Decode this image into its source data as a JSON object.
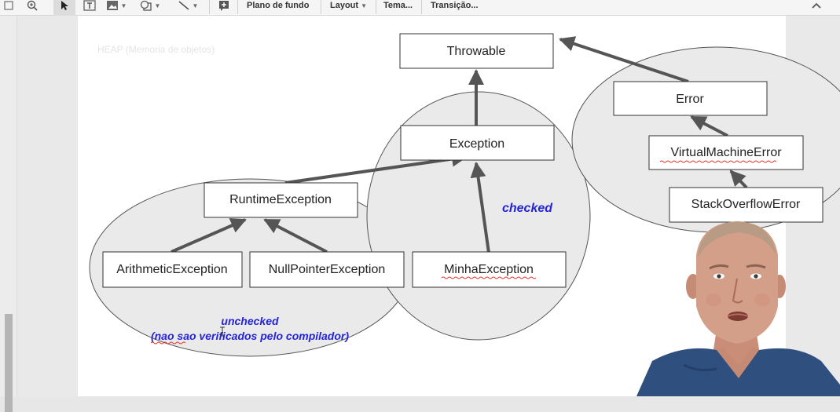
{
  "toolbar": {
    "icons": [
      "fit-icon",
      "zoom-icon",
      "cursor-icon",
      "textbox-icon",
      "image-icon",
      "shape-icon",
      "line-icon",
      "new-comment-icon",
      "collapse-icon"
    ],
    "buttons": {
      "background": "Plano de fundo",
      "layout": "Layout",
      "theme": "Tema...",
      "transition": "Transição..."
    }
  },
  "slide": {
    "faint_label": "HEAP (Memoria de objetos)",
    "nodes": {
      "throwable": "Throwable",
      "exception": "Exception",
      "error": "Error",
      "runtime_exception": "RuntimeException",
      "virtual_machine_error": "VirtualMachineError",
      "stack_overflow_error": "StackOverflowError",
      "arithmetic_exception": "ArithmeticException",
      "null_pointer_exception": "NullPointerException",
      "minha_exception": "MinhaException"
    },
    "labels": {
      "checked": "checked",
      "unchecked": "unchecked",
      "unchecked_note": "(nao sao verificados pelo compilador)"
    }
  },
  "colors": {
    "ellipse_fill": "#eaeaea",
    "ellipse_stroke": "#555555",
    "arrow": "#555555",
    "label_blue": "#2424d8",
    "spell_underline": "#e03030"
  }
}
